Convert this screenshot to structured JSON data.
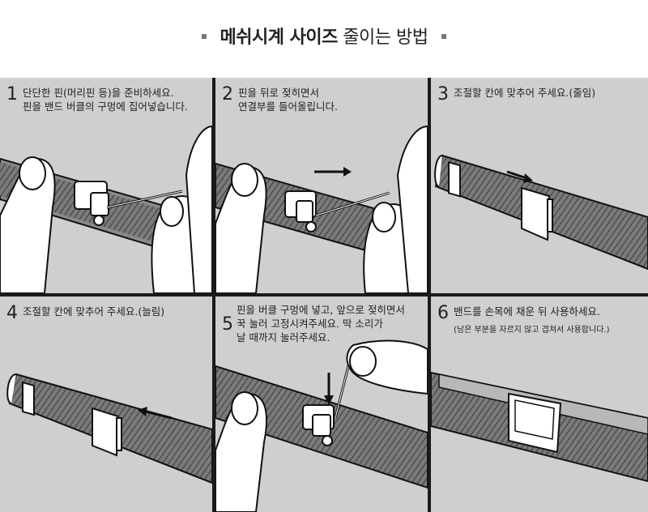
{
  "title": {
    "bold": "메쉬시계 사이즈",
    "light": "줄이는 방법"
  },
  "steps": [
    {
      "number": "1",
      "lines": [
        "단단한 핀(머리핀 등)을 준비하세요.",
        "핀을 밴드 버클의 구멍에 집어넣습니다."
      ]
    },
    {
      "number": "2",
      "lines": [
        "핀을 뒤로 젖히면서",
        "연결부를 들어올립니다."
      ]
    },
    {
      "number": "3",
      "lines": [
        "조절할 칸에 맞추어 주세요.(줄임)"
      ]
    },
    {
      "number": "4",
      "lines": [
        "조절할 칸에 맞추어 주세요.(늘림)"
      ]
    },
    {
      "number": "5",
      "lines": [
        "핀을 버클 구멍에 넣고, 앞으로 젖히면서",
        "꾹 눌러 고정시켜주세요. 딱 소리가",
        "날 때까지 눌러주세요."
      ]
    },
    {
      "number": "6",
      "lines": [
        "밴드를 손목에 채운 뒤 사용하세요."
      ],
      "note": "(남은 부분을 자르지 않고 겹쳐서 사용합니다.)"
    }
  ],
  "colors": {
    "panel_bg": "#cfcfcf",
    "border": "#1a1a1a",
    "text": "#222222"
  },
  "icons": [
    "finger-illustration",
    "mesh-band-illustration",
    "buckle-illustration",
    "arrow-right-icon",
    "arrow-left-icon",
    "arrow-down-icon"
  ]
}
